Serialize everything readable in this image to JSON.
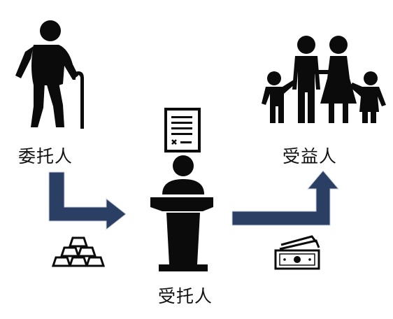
{
  "labels": {
    "settlor": "委托人",
    "beneficiary": "受益人",
    "trustee": "受托人"
  },
  "colors": {
    "arrow": "#2a3f63",
    "figure": "#0b0b0b",
    "background": "#ffffff"
  },
  "icons": {
    "settlor": "elderly-person-with-cane-icon",
    "beneficiary": "family-icon",
    "trustee": "person-at-podium-icon",
    "contract": "contract-document-icon",
    "assets": "gold-bars-icon",
    "money": "banknote-icon"
  }
}
